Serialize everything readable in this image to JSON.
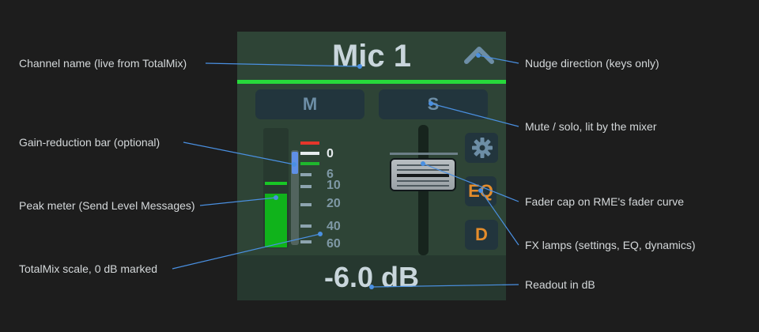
{
  "strip": {
    "channel_name": "Mic 1",
    "mute_label": "M",
    "solo_label": "S",
    "scale": [
      "0",
      "6",
      "10",
      "20",
      "40",
      "60"
    ],
    "fx": {
      "eq": "EQ",
      "dynamics": "D",
      "settings_icon": "gear-icon"
    },
    "readout": "-6.0 dB",
    "nudge_icon": "chevron-up-icon",
    "colors": {
      "active_bar": "#27d93b",
      "meter": "#10b31b",
      "gain_reduction": "#5f8fe6",
      "fx_lamp": "#e48c2b",
      "clip": "#e5362b"
    }
  },
  "annotations": {
    "channel_name": "Channel name (live from TotalMix)",
    "gain_reduction": "Gain-reduction bar (optional)",
    "peak_meter": "Peak meter (Send Level Messages)",
    "scale": "TotalMix scale, 0 dB marked",
    "nudge": "Nudge direction (keys only)",
    "mute_solo": "Mute / solo, lit by the mixer",
    "fader_cap": "Fader cap on RME's fader curve",
    "fx_lamps": "FX lamps (settings, EQ, dynamics)",
    "readout": "Readout in dB"
  }
}
